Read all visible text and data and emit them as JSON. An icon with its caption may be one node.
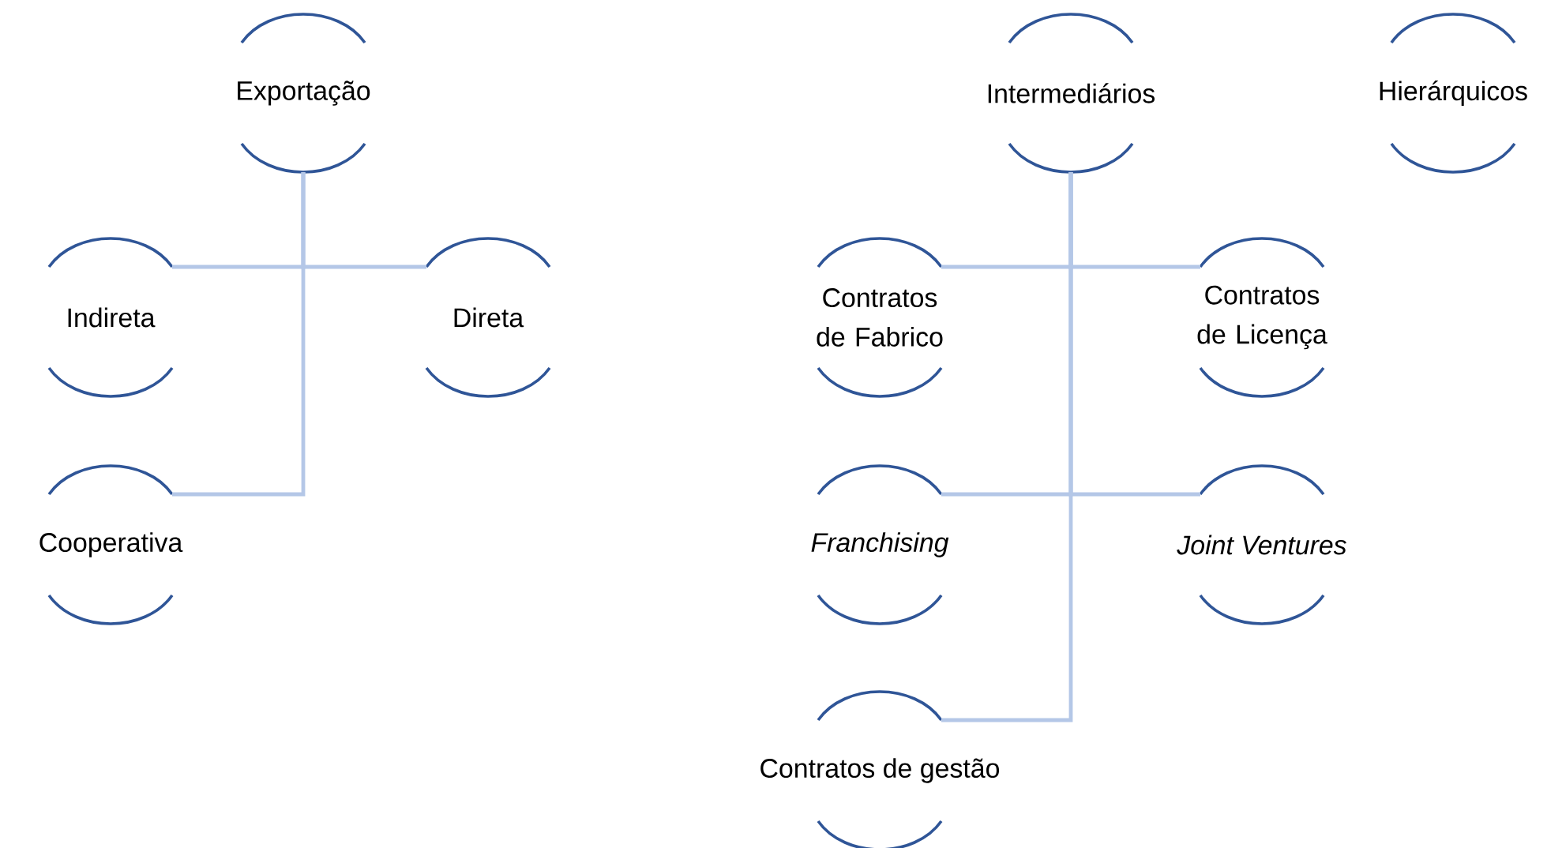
{
  "diagram": {
    "nodes": [
      {
        "text": [
          "Exportação"
        ]
      },
      {
        "text": [
          "Indireta"
        ]
      },
      {
        "text": [
          "Direta"
        ]
      },
      {
        "text": [
          "Cooperativa"
        ]
      },
      {
        "text": [
          "Intermediários"
        ]
      },
      {
        "text": [
          "Contratos de Fabrico"
        ]
      },
      {
        "text": [
          "Contratos de Licença"
        ]
      },
      {
        "text": [
          "Franchising"
        ]
      },
      {
        "text": [
          "Joint Ventures"
        ]
      },
      {
        "text": [
          "Contratos de gestão"
        ]
      },
      {
        "text": [
          "Hierárquicos"
        ]
      }
    ],
    "edges": [
      {
        "from": 0,
        "to": 1,
        "arrow": "none"
      },
      {
        "from": 0,
        "to": 2,
        "arrow": "none"
      },
      {
        "from": 0,
        "to": 3,
        "arrow": "none"
      },
      {
        "from": 4,
        "to": 5,
        "arrow": "none"
      },
      {
        "from": 4,
        "to": 6,
        "arrow": "none"
      },
      {
        "from": 4,
        "to": 7,
        "arrow": "none"
      },
      {
        "from": 4,
        "to": 8,
        "arrow": "none"
      },
      {
        "from": 4,
        "to": 9,
        "arrow": "none"
      }
    ]
  }
}
